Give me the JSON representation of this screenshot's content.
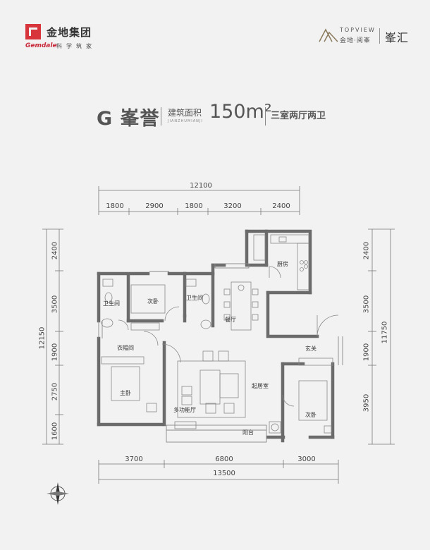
{
  "header": {
    "brand_cn": "金地集团",
    "brand_en": "Gemdale",
    "slogan": "科学筑家",
    "project_en": "TOPVIEW",
    "project_cn": "金地·阅峯",
    "project_name": "峯汇"
  },
  "title": {
    "unit": "G 峯誉",
    "area_label": "建筑面积",
    "area_pinyin": "JIANZHUMIANJI",
    "area_value": "150m²",
    "layout": "三室两厅两卫"
  },
  "dims": {
    "top_total": "12100",
    "top_segments": [
      "1800",
      "2900",
      "1800",
      "3200",
      "2400"
    ],
    "bottom_segments": [
      "3700",
      "6800",
      "3000"
    ],
    "bottom_total": "13500",
    "left_total": "12150",
    "left_segments": [
      "2400",
      "3500",
      "1900",
      "2750",
      "1600"
    ],
    "right_segments": [
      "2400",
      "3500",
      "1900",
      "3950"
    ],
    "right_total": "11750"
  },
  "rooms": {
    "kitchen": "厨房",
    "bath1": "卫生间",
    "bedroom2": "次卧",
    "bath2": "卫生间",
    "dining": "餐厅",
    "closet": "衣帽间",
    "foyer": "玄关",
    "master": "主卧",
    "living": "起居室",
    "multi": "多功能厅",
    "bedroom3": "次卧",
    "balcony": "阳台"
  },
  "colors": {
    "brand_red": "#d8343b",
    "wall": "#6b6b6b",
    "line": "#777777"
  }
}
